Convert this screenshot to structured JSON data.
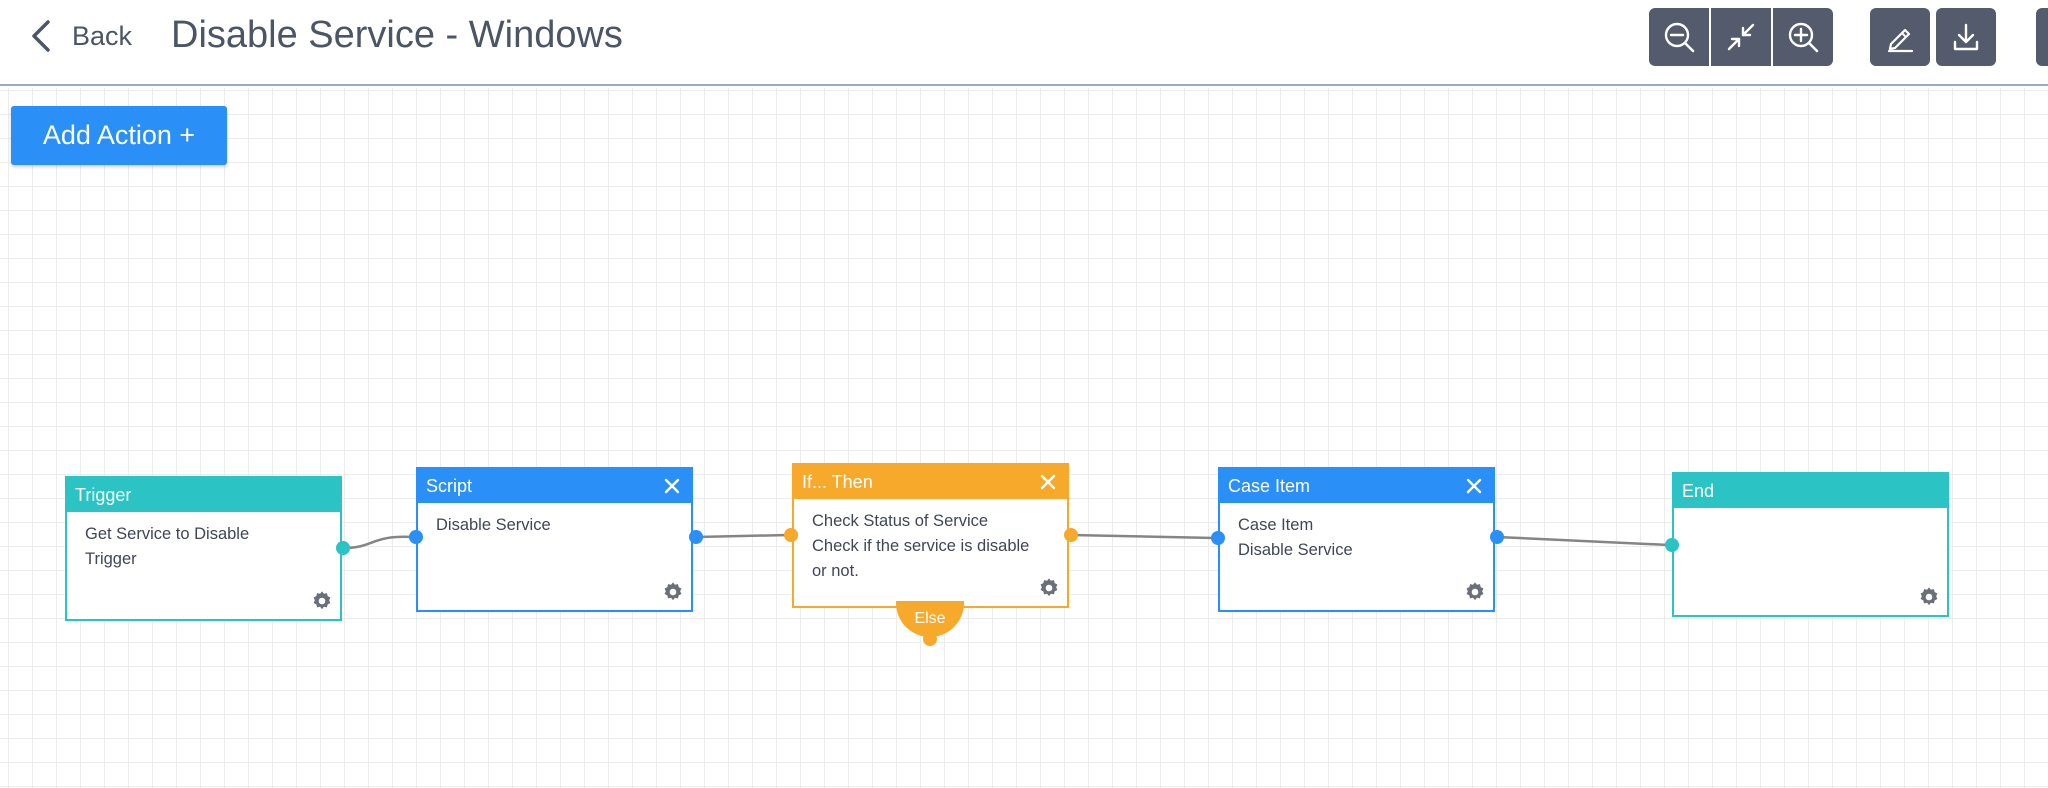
{
  "header": {
    "back_label": "Back",
    "title": "Disable Service - Windows"
  },
  "toolbar": {
    "zoom_out": "zoom-out-icon",
    "fit": "compress-icon",
    "zoom_in": "zoom-in-icon",
    "edit": "pencil-icon",
    "download": "download-icon"
  },
  "canvas": {
    "add_action_label": "Add Action +"
  },
  "nodes": {
    "trigger": {
      "title": "Trigger",
      "lines": [
        "Get Service to Disable",
        "Trigger"
      ]
    },
    "script": {
      "title": "Script",
      "lines": [
        "Disable Service"
      ]
    },
    "if_then": {
      "title": "If... Then",
      "lines": [
        "Check Status of Service",
        "Check if the service is disable",
        "or not."
      ],
      "else_label": "Else"
    },
    "case_item": {
      "title": "Case Item",
      "lines": [
        "Case Item",
        "Disable Service"
      ]
    },
    "end": {
      "title": "End",
      "lines": []
    }
  },
  "colors": {
    "teal": "#2bc3c3",
    "blue": "#2a90f7",
    "orange": "#f7a92b",
    "toolbar": "#535b6d",
    "edge": "#858585"
  }
}
